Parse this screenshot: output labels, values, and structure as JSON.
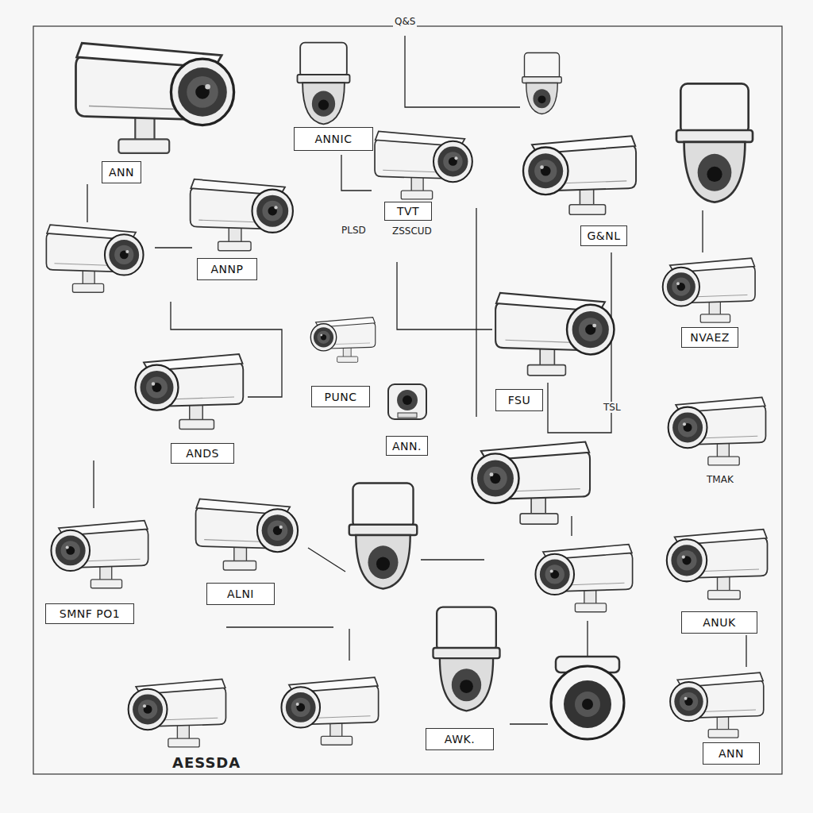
{
  "diagram": {
    "nodes": [
      {
        "text": [
          "ANN"
        ]
      },
      {
        "text": [
          "ANNIC"
        ]
      },
      {
        "text": [
          "ANNP"
        ]
      },
      {
        "text": [
          "TVT"
        ]
      },
      {
        "text": [
          "G&NL"
        ]
      },
      {
        "text": [
          "NVAEZ"
        ]
      },
      {
        "text": [
          "PUNC"
        ]
      },
      {
        "text": [
          "FSU"
        ]
      },
      {
        "text": [
          "ANN."
        ]
      },
      {
        "text": [
          "ANDS"
        ]
      },
      {
        "text": [
          "ALNI"
        ]
      },
      {
        "text": [
          "SMNF PO1"
        ]
      },
      {
        "text": [
          "ANUK"
        ]
      },
      {
        "text": [
          "AWK."
        ]
      },
      {
        "text": [
          "ANN"
        ]
      }
    ],
    "labels": [
      "Q&S",
      "PLSD",
      "ZSSCUD",
      "TSL",
      "TMAK",
      "AESSDA"
    ]
  }
}
